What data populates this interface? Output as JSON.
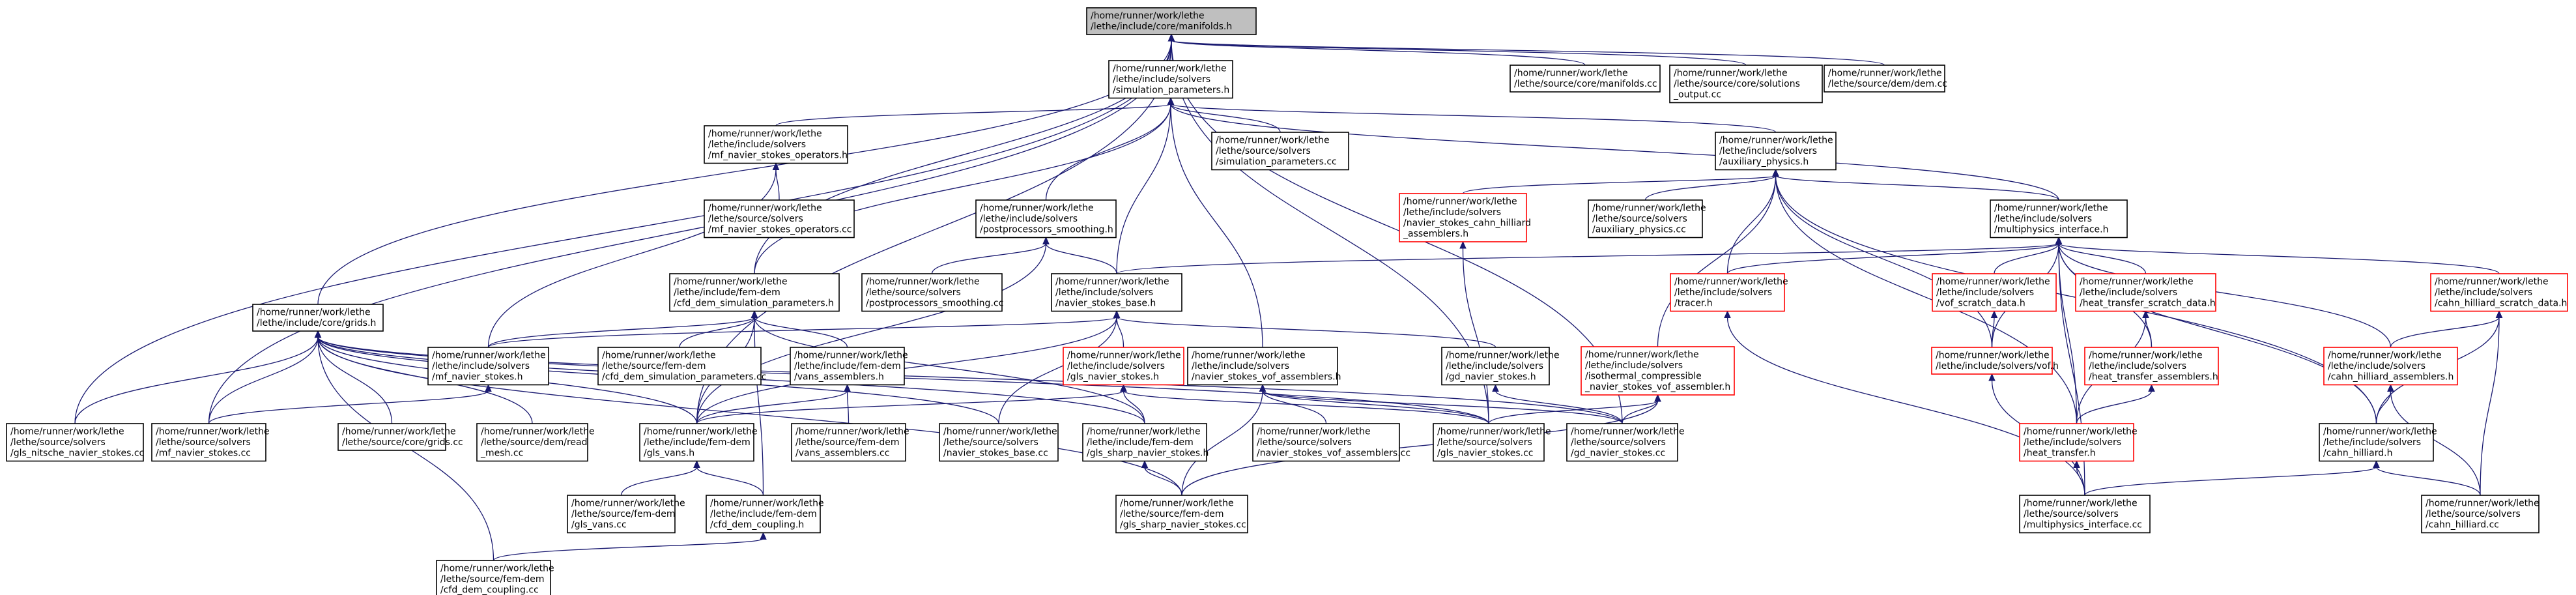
{
  "graph": {
    "nodes": [
      {
        "id": "n0",
        "lines": [
          "/home/runner/work/lethe",
          "/lethe/include/core/manifolds.h"
        ],
        "style": "root"
      },
      {
        "id": "n1",
        "lines": [
          "/home/runner/work/lethe",
          "/lethe/include/solvers",
          "/simulation_parameters.h"
        ],
        "style": "normal"
      },
      {
        "id": "n2",
        "lines": [
          "/home/runner/work/lethe",
          "/lethe/source/core/manifolds.cc"
        ],
        "style": "normal"
      },
      {
        "id": "n3",
        "lines": [
          "/home/runner/work/lethe",
          "/lethe/source/core/solutions",
          "_output.cc"
        ],
        "style": "normal"
      },
      {
        "id": "n4",
        "lines": [
          "/home/runner/work/lethe",
          "/lethe/source/dem/dem.cc"
        ],
        "style": "normal"
      },
      {
        "id": "n5",
        "lines": [
          "/home/runner/work/lethe",
          "/lethe/include/solvers",
          "/mf_navier_stokes_operators.h"
        ],
        "style": "normal"
      },
      {
        "id": "n6",
        "lines": [
          "/home/runner/work/lethe",
          "/lethe/source/solvers",
          "/simulation_parameters.cc"
        ],
        "style": "normal"
      },
      {
        "id": "n7",
        "lines": [
          "/home/runner/work/lethe",
          "/lethe/include/solvers",
          "/auxiliary_physics.h"
        ],
        "style": "normal"
      },
      {
        "id": "n8",
        "lines": [
          "/home/runner/work/lethe",
          "/lethe/source/solvers",
          "/mf_navier_stokes_operators.cc"
        ],
        "style": "normal"
      },
      {
        "id": "n9",
        "lines": [
          "/home/runner/work/lethe",
          "/lethe/include/solvers",
          "/navier_stokes_cahn_hilliard",
          "_assemblers.h"
        ],
        "style": "trunc"
      },
      {
        "id": "n10",
        "lines": [
          "/home/runner/work/lethe",
          "/lethe/source/solvers",
          "/auxiliary_physics.cc"
        ],
        "style": "normal"
      },
      {
        "id": "n11",
        "lines": [
          "/home/runner/work/lethe",
          "/lethe/include/solvers",
          "/postprocessors_smoothing.h"
        ],
        "style": "normal"
      },
      {
        "id": "n12",
        "lines": [
          "/home/runner/work/lethe",
          "/lethe/include/solvers",
          "/multiphysics_interface.h"
        ],
        "style": "normal"
      },
      {
        "id": "n13",
        "lines": [
          "/home/runner/work/lethe",
          "/lethe/include/fem-dem",
          "/cfd_dem_simulation_parameters.h"
        ],
        "style": "normal"
      },
      {
        "id": "n14",
        "lines": [
          "/home/runner/work/lethe",
          "/lethe/source/solvers",
          "/postprocessors_smoothing.cc"
        ],
        "style": "normal"
      },
      {
        "id": "n15",
        "lines": [
          "/home/runner/work/lethe",
          "/lethe/include/solvers",
          "/navier_stokes_base.h"
        ],
        "style": "normal"
      },
      {
        "id": "n16",
        "lines": [
          "/home/runner/work/lethe",
          "/lethe/include/solvers",
          "/tracer.h"
        ],
        "style": "trunc"
      },
      {
        "id": "n17",
        "lines": [
          "/home/runner/work/lethe",
          "/lethe/include/solvers",
          "/vof_scratch_data.h"
        ],
        "style": "trunc"
      },
      {
        "id": "n18",
        "lines": [
          "/home/runner/work/lethe",
          "/lethe/include/solvers",
          "/heat_transfer_scratch_data.h"
        ],
        "style": "trunc"
      },
      {
        "id": "n19",
        "lines": [
          "/home/runner/work/lethe",
          "/lethe/include/solvers",
          "/cahn_hilliard_scratch_data.h"
        ],
        "style": "trunc"
      },
      {
        "id": "n20",
        "lines": [
          "/home/runner/work/lethe",
          "/lethe/include/core/grids.h"
        ],
        "style": "normal"
      },
      {
        "id": "n21",
        "lines": [
          "/home/runner/work/lethe",
          "/lethe/include/solvers",
          "/mf_navier_stokes.h"
        ],
        "style": "normal"
      },
      {
        "id": "n22",
        "lines": [
          "/home/runner/work/lethe",
          "/lethe/source/fem-dem",
          "/cfd_dem_simulation_parameters.cc"
        ],
        "style": "normal"
      },
      {
        "id": "n23",
        "lines": [
          "/home/runner/work/lethe",
          "/lethe/include/fem-dem",
          "/vans_assemblers.h"
        ],
        "style": "normal"
      },
      {
        "id": "n24",
        "lines": [
          "/home/runner/work/lethe",
          "/lethe/include/solvers",
          "/gls_navier_stokes.h"
        ],
        "style": "trunc"
      },
      {
        "id": "n25",
        "lines": [
          "/home/runner/work/lethe",
          "/lethe/include/solvers",
          "/navier_stokes_vof_assemblers.h"
        ],
        "style": "normal"
      },
      {
        "id": "n26",
        "lines": [
          "/home/runner/work/lethe",
          "/lethe/include/solvers",
          "/gd_navier_stokes.h"
        ],
        "style": "normal"
      },
      {
        "id": "n27",
        "lines": [
          "/home/runner/work/lethe",
          "/lethe/include/solvers",
          "/isothermal_compressible",
          "_navier_stokes_vof_assembler.h"
        ],
        "style": "trunc"
      },
      {
        "id": "n28",
        "lines": [
          "/home/runner/work/lethe",
          "/lethe/include/solvers/vof.h"
        ],
        "style": "trunc"
      },
      {
        "id": "n29",
        "lines": [
          "/home/runner/work/lethe",
          "/lethe/include/solvers",
          "/heat_transfer_assemblers.h"
        ],
        "style": "trunc"
      },
      {
        "id": "n30",
        "lines": [
          "/home/runner/work/lethe",
          "/lethe/include/solvers",
          "/cahn_hilliard_assemblers.h"
        ],
        "style": "trunc"
      },
      {
        "id": "n31",
        "lines": [
          "/home/runner/work/lethe",
          "/lethe/source/solvers",
          "/gls_nitsche_navier_stokes.cc"
        ],
        "style": "normal"
      },
      {
        "id": "n32",
        "lines": [
          "/home/runner/work/lethe",
          "/lethe/source/solvers",
          "/mf_navier_stokes.cc"
        ],
        "style": "normal"
      },
      {
        "id": "n33",
        "lines": [
          "/home/runner/work/lethe",
          "/lethe/source/core/grids.cc"
        ],
        "style": "normal"
      },
      {
        "id": "n34",
        "lines": [
          "/home/runner/work/lethe",
          "/lethe/source/dem/read",
          "_mesh.cc"
        ],
        "style": "normal"
      },
      {
        "id": "n35",
        "lines": [
          "/home/runner/work/lethe",
          "/lethe/include/fem-dem",
          "/gls_vans.h"
        ],
        "style": "normal"
      },
      {
        "id": "n36",
        "lines": [
          "/home/runner/work/lethe",
          "/lethe/source/fem-dem",
          "/vans_assemblers.cc"
        ],
        "style": "normal"
      },
      {
        "id": "n37",
        "lines": [
          "/home/runner/work/lethe",
          "/lethe/source/solvers",
          "/navier_stokes_base.cc"
        ],
        "style": "normal"
      },
      {
        "id": "n38",
        "lines": [
          "/home/runner/work/lethe",
          "/lethe/include/fem-dem",
          "/gls_sharp_navier_stokes.h"
        ],
        "style": "normal"
      },
      {
        "id": "n39",
        "lines": [
          "/home/runner/work/lethe",
          "/lethe/source/solvers",
          "/navier_stokes_vof_assemblers.cc"
        ],
        "style": "normal"
      },
      {
        "id": "n40",
        "lines": [
          "/home/runner/work/lethe",
          "/lethe/source/solvers",
          "/gls_navier_stokes.cc"
        ],
        "style": "normal"
      },
      {
        "id": "n41",
        "lines": [
          "/home/runner/work/lethe",
          "/lethe/source/solvers",
          "/gd_navier_stokes.cc"
        ],
        "style": "normal"
      },
      {
        "id": "n42",
        "lines": [
          "/home/runner/work/lethe",
          "/lethe/include/solvers",
          "/heat_transfer.h"
        ],
        "style": "trunc"
      },
      {
        "id": "n43",
        "lines": [
          "/home/runner/work/lethe",
          "/lethe/include/solvers",
          "/cahn_hilliard.h"
        ],
        "style": "normal"
      },
      {
        "id": "n44",
        "lines": [
          "/home/runner/work/lethe",
          "/lethe/source/fem-dem",
          "/gls_vans.cc"
        ],
        "style": "normal"
      },
      {
        "id": "n45",
        "lines": [
          "/home/runner/work/lethe",
          "/lethe/include/fem-dem",
          "/cfd_dem_coupling.h"
        ],
        "style": "normal"
      },
      {
        "id": "n46",
        "lines": [
          "/home/runner/work/lethe",
          "/lethe/source/fem-dem",
          "/gls_sharp_navier_stokes.cc"
        ],
        "style": "normal"
      },
      {
        "id": "n47",
        "lines": [
          "/home/runner/work/lethe",
          "/lethe/source/solvers",
          "/multiphysics_interface.cc"
        ],
        "style": "normal"
      },
      {
        "id": "n48",
        "lines": [
          "/home/runner/work/lethe",
          "/lethe/source/solvers",
          "/cahn_hilliard.cc"
        ],
        "style": "normal"
      },
      {
        "id": "n49",
        "lines": [
          "/home/runner/work/lethe",
          "/lethe/source/fem-dem",
          "/cfd_dem_coupling.cc"
        ],
        "style": "normal"
      }
    ],
    "edges": [
      [
        "n0",
        "n1"
      ],
      [
        "n0",
        "n2"
      ],
      [
        "n0",
        "n3"
      ],
      [
        "n0",
        "n4"
      ],
      [
        "n0",
        "n13"
      ],
      [
        "n0",
        "n20"
      ],
      [
        "n0",
        "n31"
      ],
      [
        "n0",
        "n32"
      ],
      [
        "n0",
        "n35"
      ],
      [
        "n0",
        "n40"
      ],
      [
        "n0",
        "n41"
      ],
      [
        "n1",
        "n5"
      ],
      [
        "n1",
        "n6"
      ],
      [
        "n1",
        "n7"
      ],
      [
        "n1",
        "n11"
      ],
      [
        "n1",
        "n12"
      ],
      [
        "n1",
        "n13"
      ],
      [
        "n1",
        "n15"
      ],
      [
        "n1",
        "n25"
      ],
      [
        "n5",
        "n8"
      ],
      [
        "n5",
        "n21"
      ],
      [
        "n7",
        "n9"
      ],
      [
        "n7",
        "n10"
      ],
      [
        "n7",
        "n12"
      ],
      [
        "n7",
        "n16"
      ],
      [
        "n7",
        "n27"
      ],
      [
        "n7",
        "n28"
      ],
      [
        "n7",
        "n42"
      ],
      [
        "n7",
        "n43"
      ],
      [
        "n9",
        "n40"
      ],
      [
        "n11",
        "n14"
      ],
      [
        "n11",
        "n15"
      ],
      [
        "n11",
        "n35"
      ],
      [
        "n12",
        "n15"
      ],
      [
        "n12",
        "n16"
      ],
      [
        "n12",
        "n17"
      ],
      [
        "n12",
        "n18"
      ],
      [
        "n12",
        "n19"
      ],
      [
        "n12",
        "n28"
      ],
      [
        "n12",
        "n29"
      ],
      [
        "n12",
        "n30"
      ],
      [
        "n12",
        "n42"
      ],
      [
        "n12",
        "n43"
      ],
      [
        "n12",
        "n47"
      ],
      [
        "n13",
        "n21"
      ],
      [
        "n13",
        "n22"
      ],
      [
        "n13",
        "n23"
      ],
      [
        "n13",
        "n35"
      ],
      [
        "n13",
        "n38"
      ],
      [
        "n13",
        "n45"
      ],
      [
        "n15",
        "n21"
      ],
      [
        "n15",
        "n24"
      ],
      [
        "n15",
        "n26"
      ],
      [
        "n15",
        "n35"
      ],
      [
        "n15",
        "n37"
      ],
      [
        "n16",
        "n47"
      ],
      [
        "n17",
        "n28"
      ],
      [
        "n18",
        "n29"
      ],
      [
        "n18",
        "n42"
      ],
      [
        "n19",
        "n30"
      ],
      [
        "n19",
        "n43"
      ],
      [
        "n19",
        "n48"
      ],
      [
        "n20",
        "n31"
      ],
      [
        "n20",
        "n32"
      ],
      [
        "n20",
        "n33"
      ],
      [
        "n20",
        "n34"
      ],
      [
        "n20",
        "n35"
      ],
      [
        "n20",
        "n37"
      ],
      [
        "n20",
        "n38"
      ],
      [
        "n20",
        "n40"
      ],
      [
        "n20",
        "n41"
      ],
      [
        "n20",
        "n46"
      ],
      [
        "n20",
        "n49"
      ],
      [
        "n21",
        "n32"
      ],
      [
        "n23",
        "n35"
      ],
      [
        "n23",
        "n36"
      ],
      [
        "n24",
        "n35"
      ],
      [
        "n24",
        "n38"
      ],
      [
        "n24",
        "n40"
      ],
      [
        "n25",
        "n39"
      ],
      [
        "n25",
        "n40"
      ],
      [
        "n25",
        "n41"
      ],
      [
        "n25",
        "n46"
      ],
      [
        "n26",
        "n41"
      ],
      [
        "n27",
        "n40"
      ],
      [
        "n27",
        "n41"
      ],
      [
        "n27",
        "n46"
      ],
      [
        "n28",
        "n47"
      ],
      [
        "n29",
        "n42"
      ],
      [
        "n30",
        "n43"
      ],
      [
        "n30",
        "n48"
      ],
      [
        "n35",
        "n44"
      ],
      [
        "n35",
        "n45"
      ],
      [
        "n38",
        "n46"
      ],
      [
        "n42",
        "n47"
      ],
      [
        "n43",
        "n47"
      ],
      [
        "n43",
        "n48"
      ],
      [
        "n45",
        "n49"
      ]
    ]
  }
}
